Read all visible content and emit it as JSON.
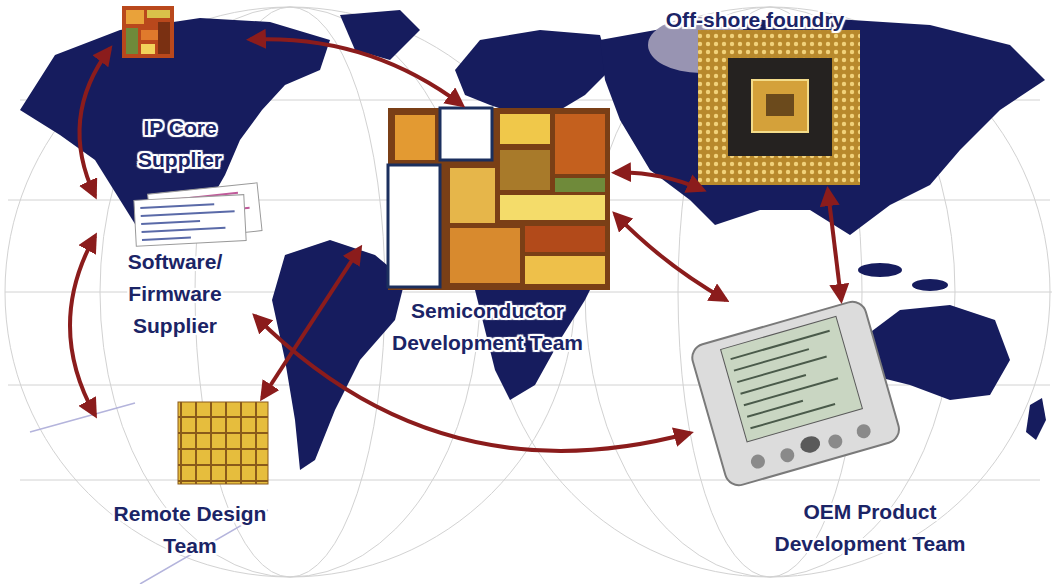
{
  "diagram": {
    "nodes": [
      {
        "text": [
          "Off-shore foundry"
        ]
      },
      {
        "text": [
          "IP Core Supplier"
        ]
      },
      {
        "text": [
          "Software/ Firmware Supplier"
        ]
      },
      {
        "text": [
          "Semiconductor Development Team"
        ]
      },
      {
        "text": [
          "Remote Design Team"
        ]
      },
      {
        "text": [
          "OEM Product Development Team"
        ]
      }
    ],
    "edges": [
      {
        "from": 1,
        "to": 3,
        "arrow": "both"
      },
      {
        "from": 1,
        "to": 2,
        "arrow": "both"
      },
      {
        "from": 2,
        "to": 4,
        "arrow": "both"
      },
      {
        "from": 3,
        "to": 4,
        "arrow": "both"
      },
      {
        "from": 3,
        "to": 0,
        "arrow": "both"
      },
      {
        "from": 3,
        "to": 5,
        "arrow": "both"
      },
      {
        "from": 0,
        "to": 5,
        "arrow": "both"
      },
      {
        "from": 2,
        "to": 5,
        "arrow": "both"
      }
    ]
  }
}
